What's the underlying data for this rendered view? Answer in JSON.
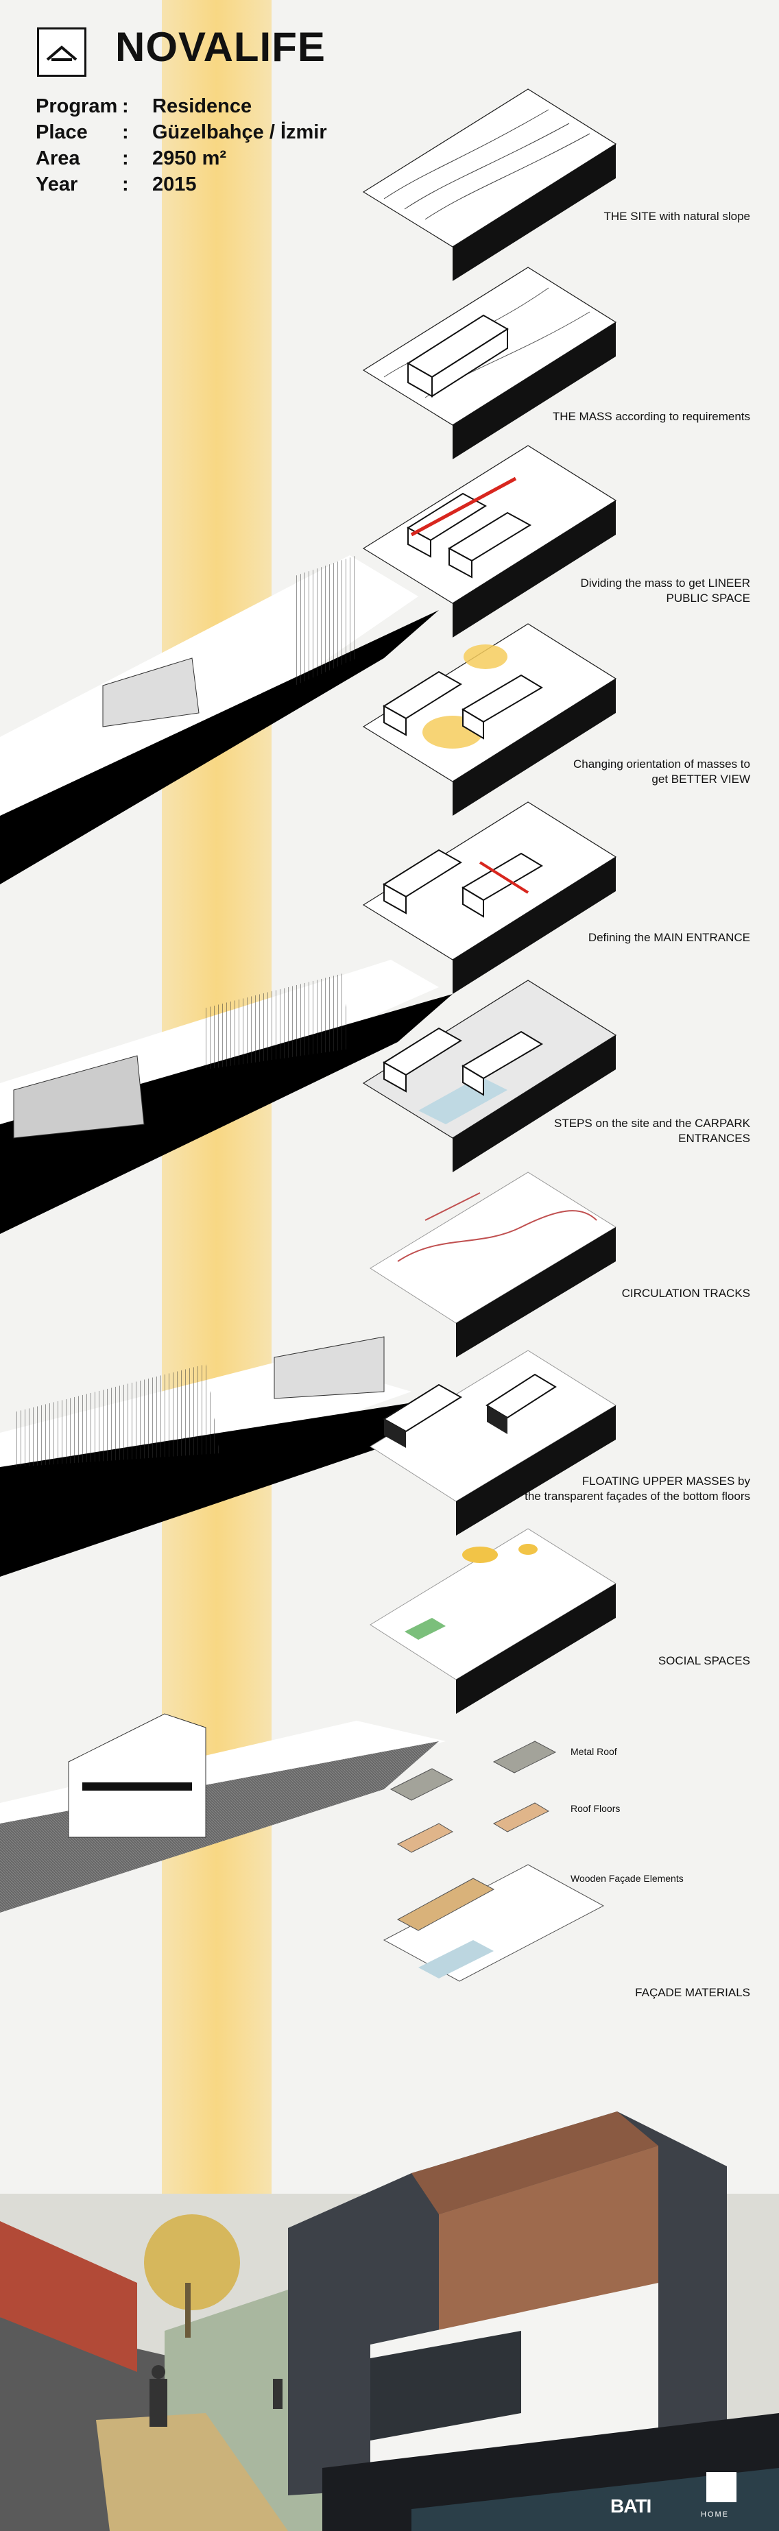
{
  "header": {
    "title": "NOVALIFE",
    "info": [
      {
        "key": "Program",
        "colon": ":",
        "value": "Residence"
      },
      {
        "key": "Place",
        "colon": ":",
        "value": "Güzelbahçe / İzmir"
      },
      {
        "key": "Area",
        "colon": ":",
        "value": "2950 m²"
      },
      {
        "key": "Year",
        "colon": ":",
        "value": "2015"
      }
    ]
  },
  "steps": [
    {
      "caption": "THE SITE with natural slope"
    },
    {
      "caption": "THE MASS according to requirements"
    },
    {
      "caption": "Dividing the mass to get LINEER\nPUBLIC SPACE"
    },
    {
      "caption": "Changing orientation of masses to\nget BETTER VIEW"
    },
    {
      "caption": "Defining the MAIN ENTRANCE"
    },
    {
      "caption": "STEPS on the site and the CARPARK\nENTRANCES"
    },
    {
      "caption": "CIRCULATION TRACKS"
    },
    {
      "caption": "FLOATING UPPER MASSES by\nthe transparent façades of the bottom floors"
    },
    {
      "caption": "SOCIAL SPACES"
    },
    {
      "caption": "FAÇADE MATERIALS"
    }
  ],
  "materials": {
    "metal_roof": "Metal Roof",
    "roof_floors": "Roof Floors",
    "wooden_facade": "Wooden Façade Elements"
  },
  "footer": {
    "brand": "BATI",
    "brand2": "HOME"
  },
  "colors": {
    "accent_band": "#f9cf63",
    "arrow": "#d8261e"
  }
}
